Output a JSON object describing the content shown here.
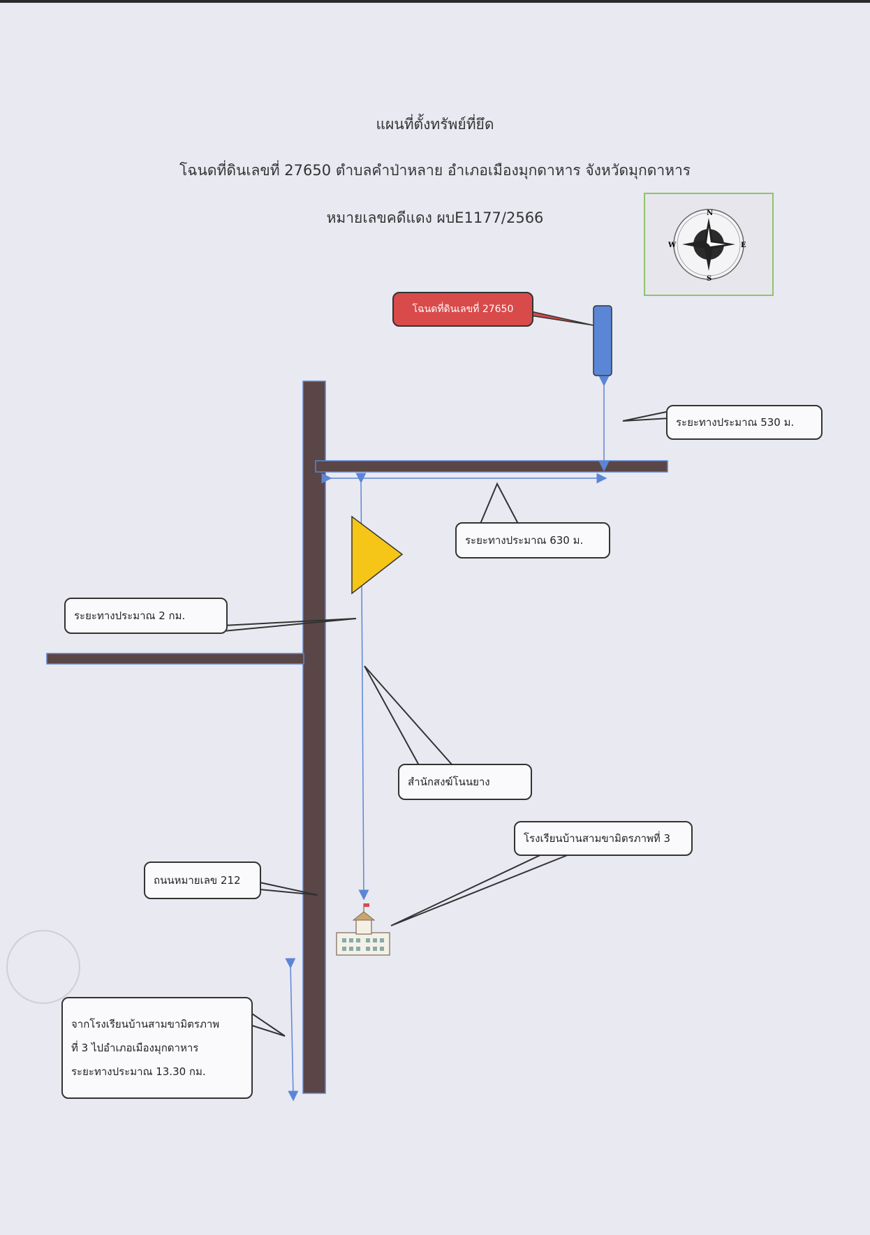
{
  "header": {
    "title": "แผนที่ตั้งทรัพย์ที่ยึด",
    "subtitle": "โฉนดที่ดินเลขที่ 27650 ตำบลคำป่าหลาย อำเภอเมืองมุกดาหาร จังหวัดมุกดาหาร",
    "case_number": "หมายเลขคดีแดง ผบE1177/2566"
  },
  "compass": {
    "north": "N",
    "south": "S",
    "east": "E",
    "west": "W"
  },
  "labels": {
    "parcel": "โฉนดที่ดินเลขที่ 27650",
    "distance_530": "ระยะทางประมาณ 530 ม.",
    "distance_630": "ระยะทางประมาณ 630 ม.",
    "distance_2km": "ระยะทางประมาณ 2 กม.",
    "temple": "สำนักสงฆ์โนนยาง",
    "school": "โรงเรียนบ้านสามขามิตรภาพที่ 3",
    "road": "ถนนหมายเลข 212",
    "route_note": [
      "จากโรงเรียนบ้านสามขามิตรภาพ",
      "ที่ 3 ไปอำเภอเมืองมุกดาหาร",
      "ระยะทางประมาณ 13.30 กม."
    ]
  },
  "colors": {
    "road": "#5a4646",
    "parcel": "#5b86d6",
    "parcel_label": "#d94a4a",
    "temple": "#f5c518",
    "arrow": "#5b86d6",
    "compass_border": "#8fc36b"
  },
  "icons": {
    "parcel": "parcel-marker-icon",
    "temple": "temple-triangle-icon",
    "school": "school-building-icon",
    "compass": "compass-rose-icon"
  }
}
